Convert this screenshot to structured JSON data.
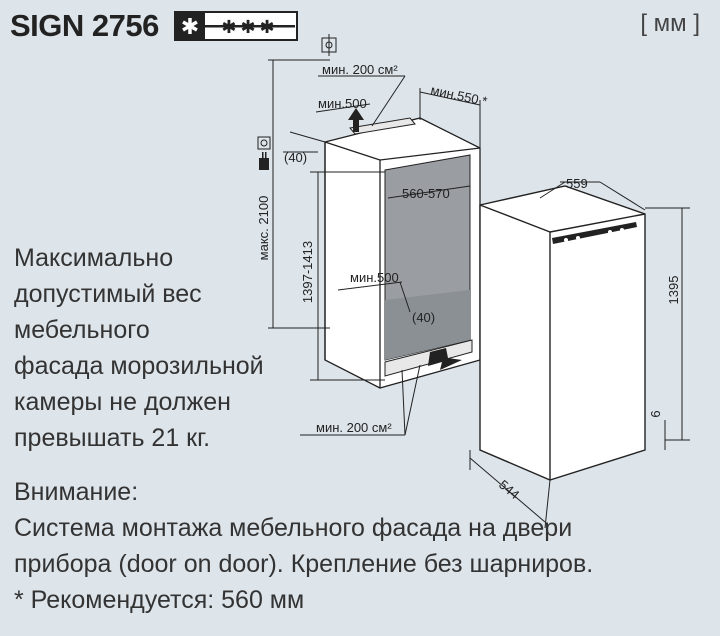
{
  "header": {
    "model": "SIGN 2756",
    "freezer_rating": "✱ ✱✱✱",
    "unit": "[ мм ]"
  },
  "dimensions": {
    "vent_top": "мин. 200 см²",
    "vent_bottom": "мин. 200 см²",
    "niche_depth_top": "мин.500",
    "niche_depth_mid": "мин.500",
    "niche_width": "560-570",
    "clearance_top": "(40)",
    "clearance_mid": "(40)",
    "side_depth": "мин.550 *",
    "niche_height_max": "макс. 2100",
    "niche_height_range": "1397-1413",
    "appliance_width": "559",
    "appliance_height": "1395",
    "appliance_depth": "544",
    "plinth": "6"
  },
  "note_lines": [
    "Максимально",
    "допустимый вес",
    "мебельного",
    "фасада морозильной",
    "камеры не должен",
    "превышать 21 кг."
  ],
  "bottom_lines": [
    "Внимание:",
    "Система монтажа мебельного фасада на двери",
    "прибора (door on door). Крепление без шарниров.",
    "* Рекомендуется: 560 мм"
  ]
}
